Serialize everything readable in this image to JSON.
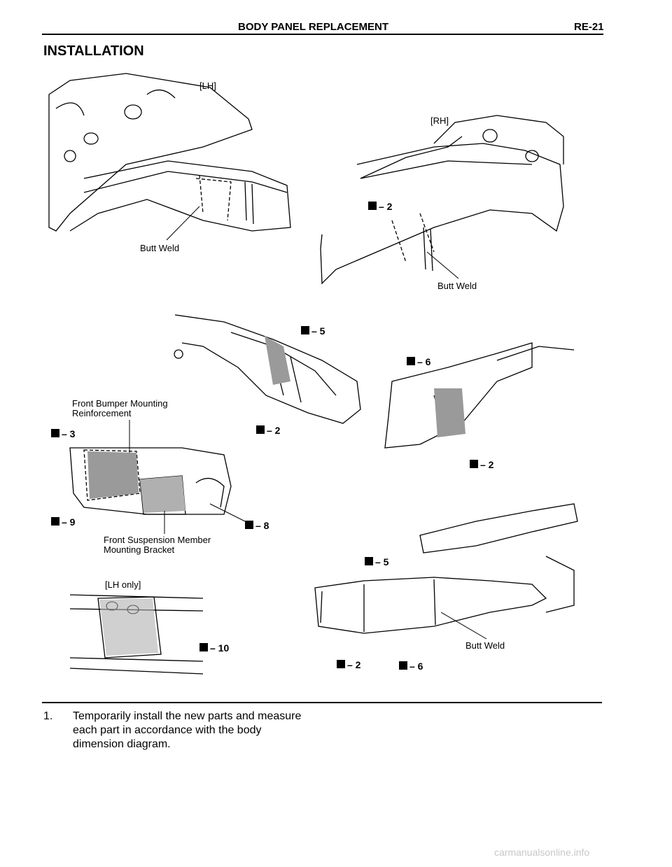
{
  "header": {
    "title": "BODY PANEL REPLACEMENT",
    "page_code": "RE-21"
  },
  "section_title": "INSTALLATION",
  "figure": {
    "lh_label": "[LH]",
    "rh_label": "[RH]",
    "butt_weld": "Butt Weld",
    "bumper_reinf": [
      "Front Bumper Mounting",
      "Reinforcement"
    ],
    "susp_bracket": [
      "Front Suspension Member",
      "Mounting Bracket"
    ],
    "lh_only": "[LH only]",
    "callouts": {
      "c2": "– 2",
      "c3": "– 3",
      "c5": "– 5",
      "c6": "– 6",
      "c8": "– 8",
      "c9": "– 9",
      "c10": "– 10"
    }
  },
  "step": {
    "number": "1.",
    "text": "Temporarily install the new parts and measure each part in accordance with the body dimension diagram."
  },
  "watermark": "carmanualsonline.info"
}
